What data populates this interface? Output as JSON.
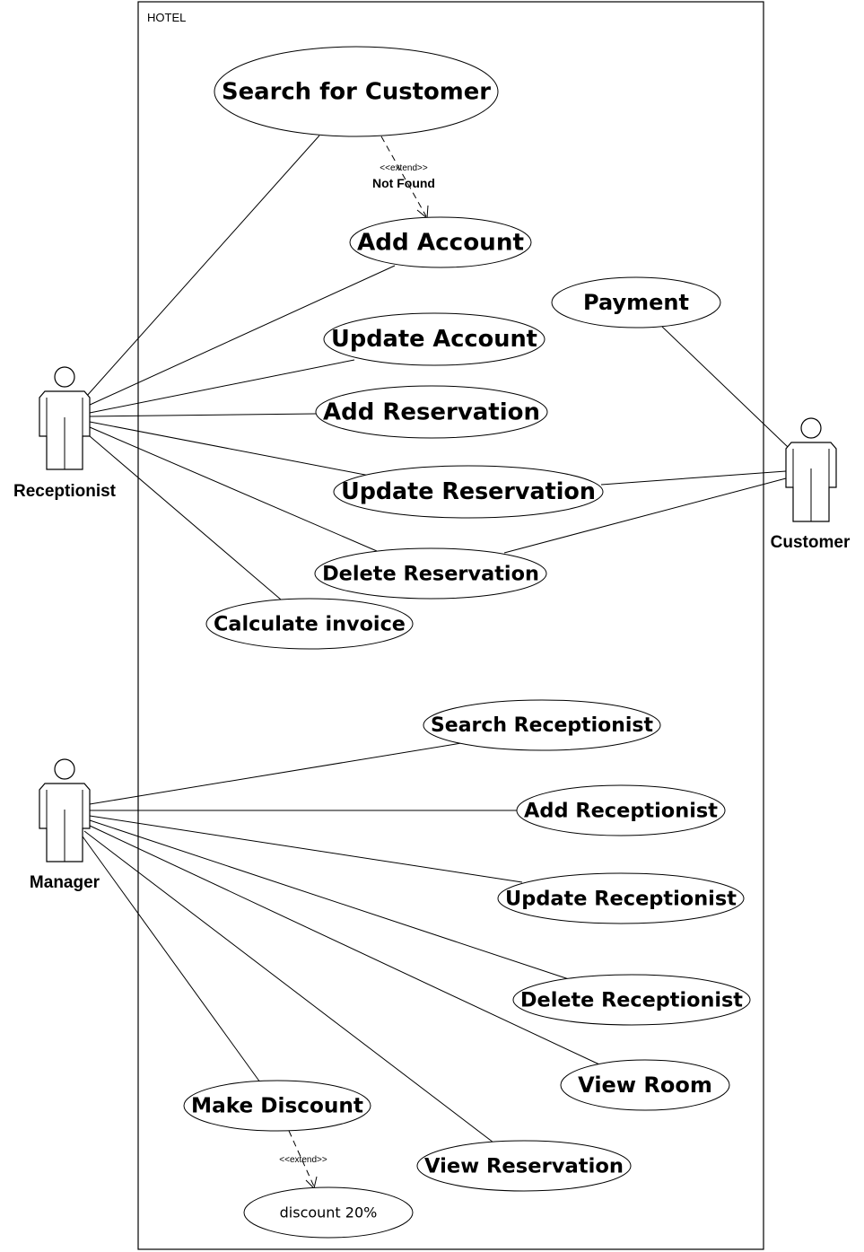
{
  "system": {
    "title": "HOTEL"
  },
  "actors": {
    "receptionist": "Receptionist",
    "customer": "Customer",
    "manager": "Manager"
  },
  "use_cases": {
    "search_customer": "Search for Customer",
    "add_account": "Add Account",
    "payment": "Payment",
    "update_account": "Update Account",
    "add_reservation": "Add Reservation",
    "update_reservation": "Update Reservation",
    "delete_reservation": "Delete Reservation",
    "calculate_invoice": "Calculate invoice",
    "search_receptionist": "Search Receptionist",
    "add_receptionist": "Add Receptionist",
    "update_receptionist": "Update Receptionist",
    "delete_receptionist": "Delete Receptionist",
    "view_room": "View Room",
    "make_discount": "Make Discount",
    "view_reservation": "View Reservation",
    "discount": "discount 20%"
  },
  "relations": {
    "extend_1": {
      "stereotype": "<<extend>>",
      "condition": "Not Found"
    },
    "extend_2": {
      "stereotype": "<<extend>>"
    }
  }
}
